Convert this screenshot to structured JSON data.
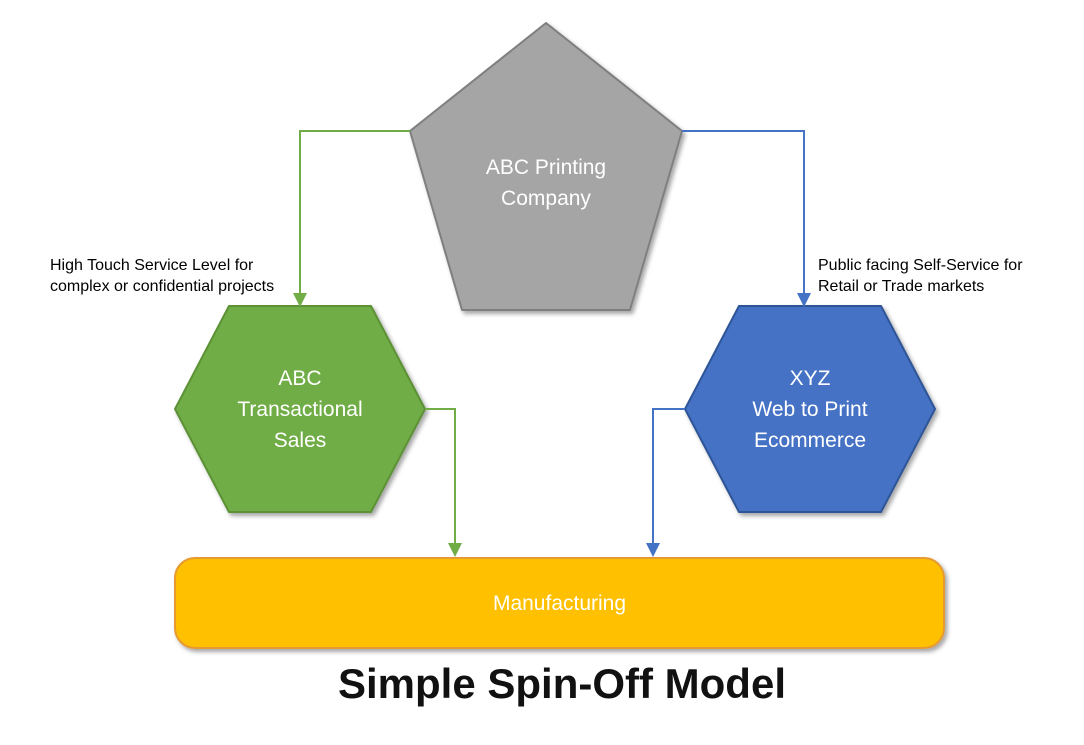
{
  "title": {
    "text": "Simple Spin-Off Model"
  },
  "nodes": {
    "parent_company": {
      "lines": [
        "ABC Printing",
        "Company"
      ],
      "fill": "#A5A5A5",
      "stroke": "#7F7F7F",
      "text_color": "#FFFFFF",
      "shape": "pentagon"
    },
    "transactional_sales": {
      "lines": [
        "ABC",
        "Transactional",
        "Sales"
      ],
      "fill": "#70AD47",
      "stroke": "#5B9136",
      "text_color": "#FFFFFF",
      "shape": "hexagon"
    },
    "web_to_print": {
      "lines": [
        "XYZ",
        "Web to Print",
        "Ecommerce"
      ],
      "fill": "#4472C4",
      "stroke": "#2F5597",
      "text_color": "#FFFFFF",
      "shape": "hexagon"
    },
    "manufacturing": {
      "label": "Manufacturing",
      "fill": "#FFC000",
      "stroke": "#E59A33",
      "text_color": "#FFFFFF",
      "shape": "rounded-rectangle"
    }
  },
  "annotations": {
    "left": {
      "lines": [
        "High Touch Service Level for",
        "complex or confidential projects"
      ]
    },
    "right": {
      "lines": [
        "Public facing Self-Service for",
        "Retail or Trade markets"
      ]
    }
  },
  "connectors": {
    "green": "#70AD47",
    "blue": "#4472C4"
  }
}
